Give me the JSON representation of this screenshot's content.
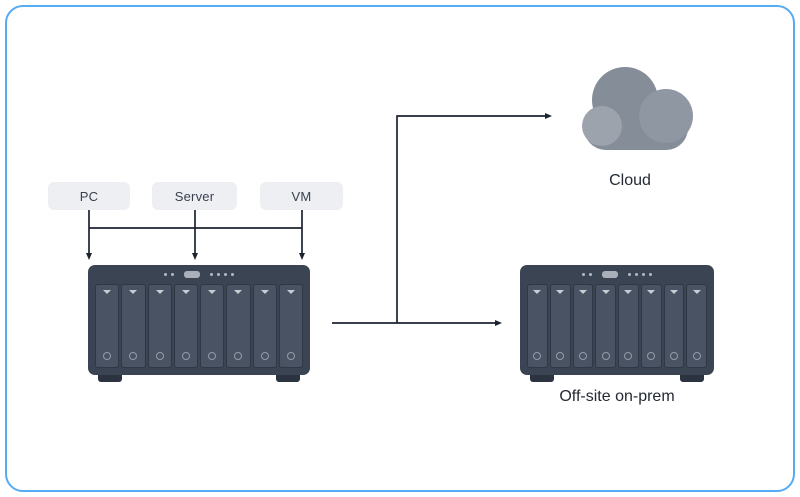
{
  "sources": [
    {
      "label": "PC"
    },
    {
      "label": "Server"
    },
    {
      "label": "VM"
    }
  ],
  "cloud": {
    "label": "Cloud"
  },
  "offsite": {
    "label": "Off-site on-prem"
  },
  "colors": {
    "frame_border": "#56ACF2",
    "chip_bg": "#EDEFF3",
    "nas_body": "#3A4452",
    "nas_bay": "#4A5363",
    "cloud_main": "#858D98",
    "cloud_light": "#9CA3AD",
    "cloud_shade": "#8F97A2",
    "arrow": "#1C2330",
    "text": "#232A33"
  }
}
